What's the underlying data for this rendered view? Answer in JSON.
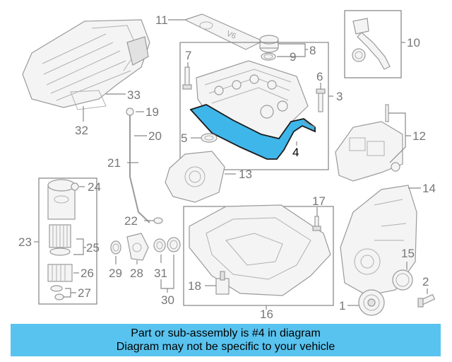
{
  "callouts": {
    "c1": "1",
    "c2": "2",
    "c3": "3",
    "c4": "4",
    "c5": "5",
    "c6": "6",
    "c7": "7",
    "c8": "8",
    "c9": "9",
    "c10": "10",
    "c11": "11",
    "c12": "12",
    "c13": "13",
    "c14": "14",
    "c15": "15",
    "c16": "16",
    "c17": "17",
    "c18": "18",
    "c19": "19",
    "c20": "20",
    "c21": "21",
    "c22": "22",
    "c23": "23",
    "c24": "24",
    "c25": "25",
    "c26": "26",
    "c27": "27",
    "c28": "28",
    "c29": "29",
    "c30": "30",
    "c31": "31",
    "c32": "32",
    "c33": "33"
  },
  "cover_emblem": "V6",
  "caption": {
    "line1": "Part or sub-assembly is #4 in diagram",
    "line2": "Diagram may not be specific to your vehicle"
  },
  "colors": {
    "highlight": "#3fb6ea",
    "caption_bar": "#59c3ef",
    "callout_text": "#777777"
  }
}
